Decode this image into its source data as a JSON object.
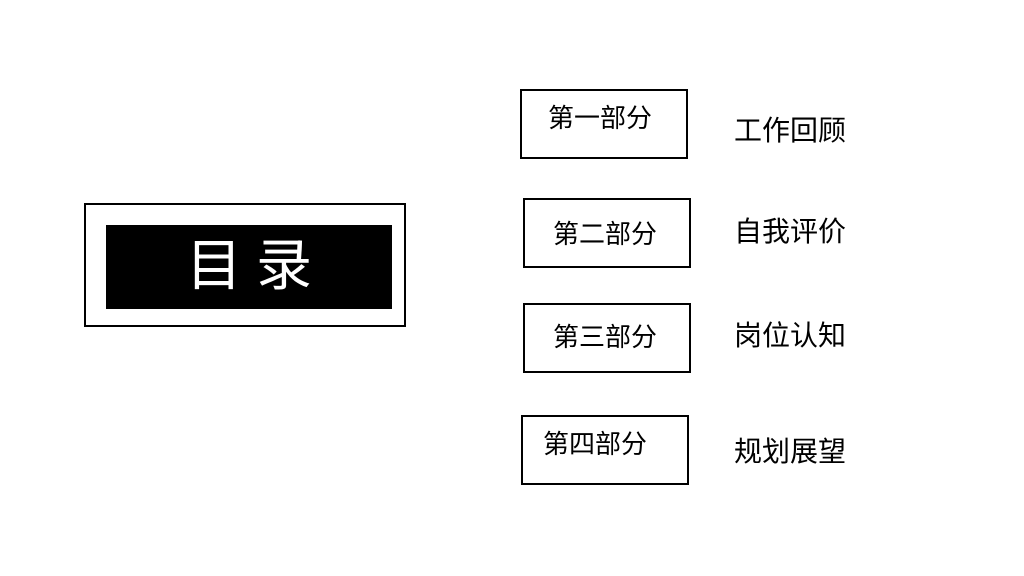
{
  "title": "目录",
  "sections": [
    {
      "label": "第一部分",
      "topic": "工作回顾"
    },
    {
      "label": "第二部分",
      "topic": "自我评价"
    },
    {
      "label": "第三部分",
      "topic": "岗位认知"
    },
    {
      "label": "第四部分",
      "topic": "规划展望"
    }
  ],
  "colors": {
    "background": "#ffffff",
    "foreground": "#000000",
    "title_text": "#ffffff"
  }
}
